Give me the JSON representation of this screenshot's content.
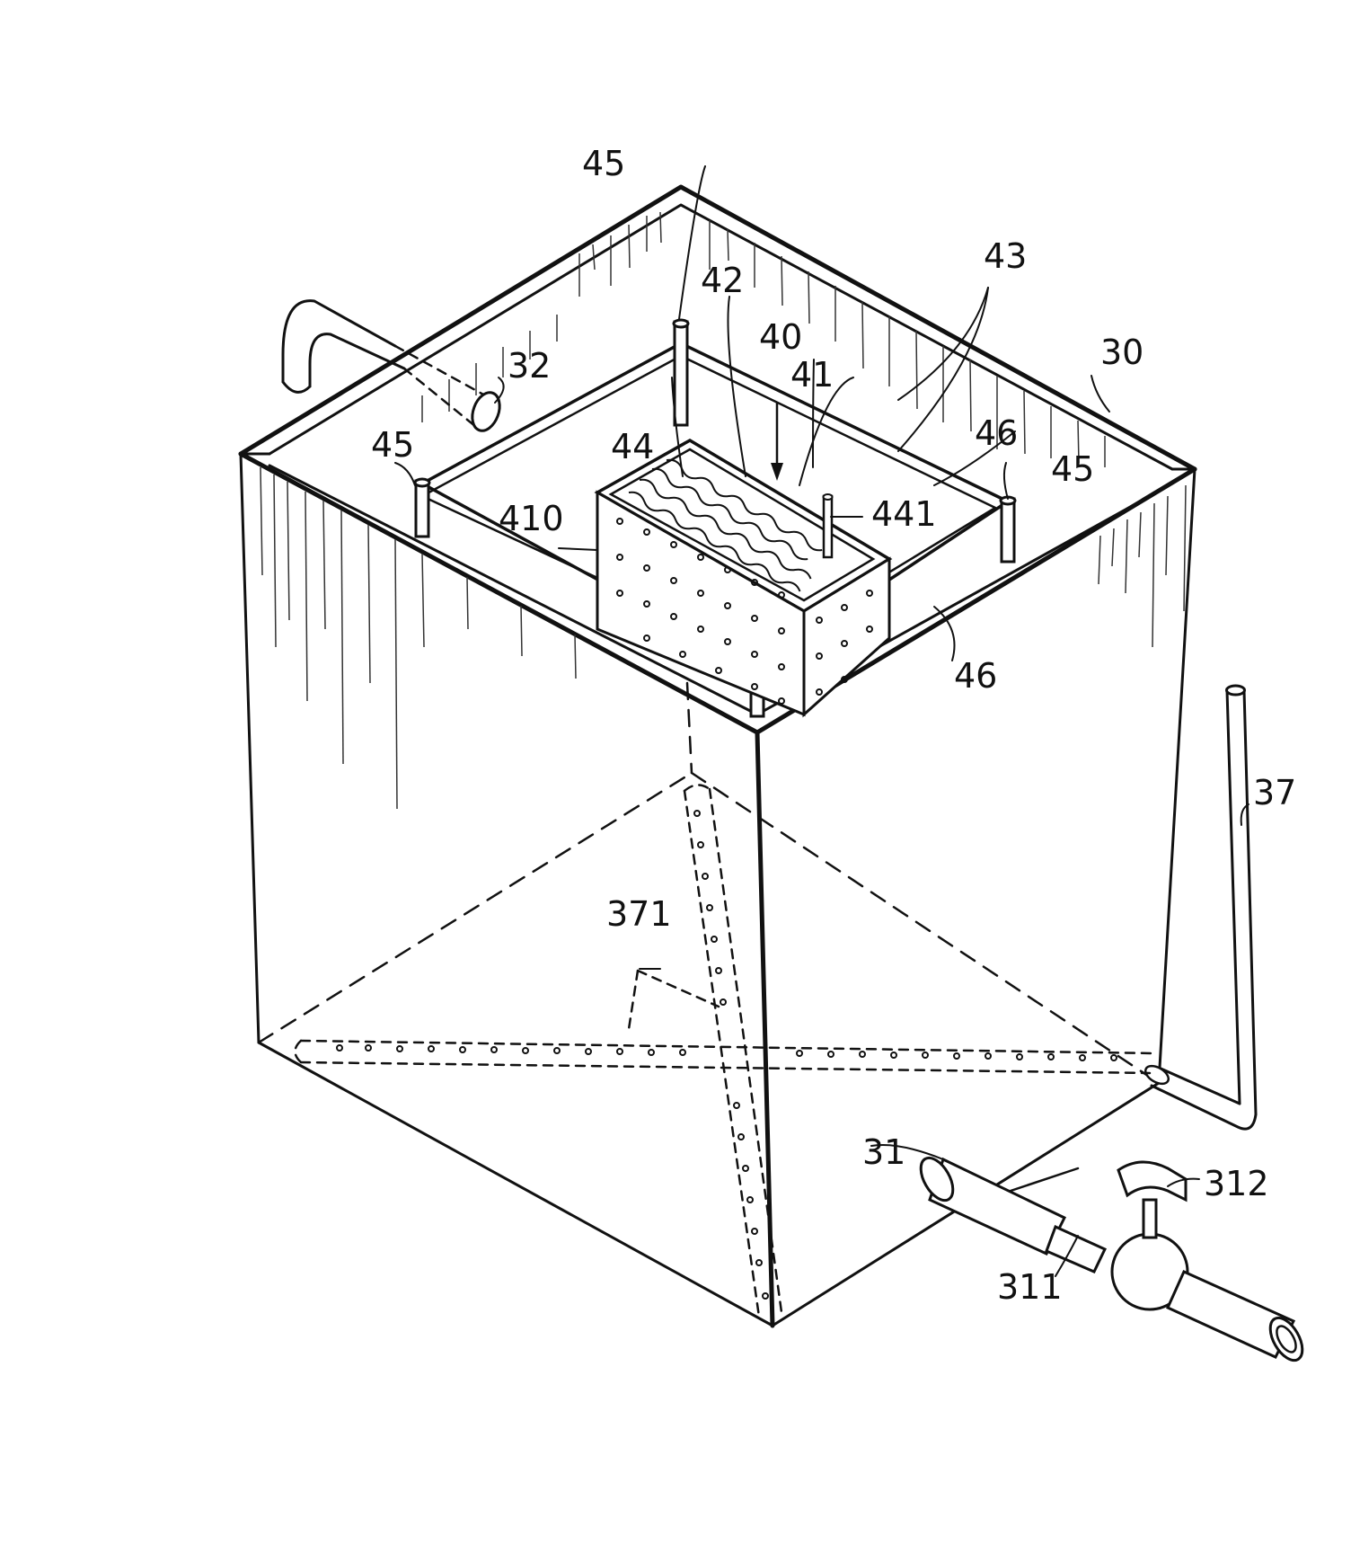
{
  "figure": {
    "labels": {
      "l30": "30",
      "l31": "31",
      "l311": "311",
      "l312": "312",
      "l32": "32",
      "l37": "37",
      "l371": "371",
      "l40": "40",
      "l41": "41",
      "l410": "410",
      "l42": "42",
      "l43": "43",
      "l44": "44",
      "l441": "441",
      "l45a": "45",
      "l45b": "45",
      "l45c": "45",
      "l46a": "46",
      "l46b": "46"
    }
  },
  "colors": {
    "ink": "#111111",
    "paper": "#ffffff"
  }
}
